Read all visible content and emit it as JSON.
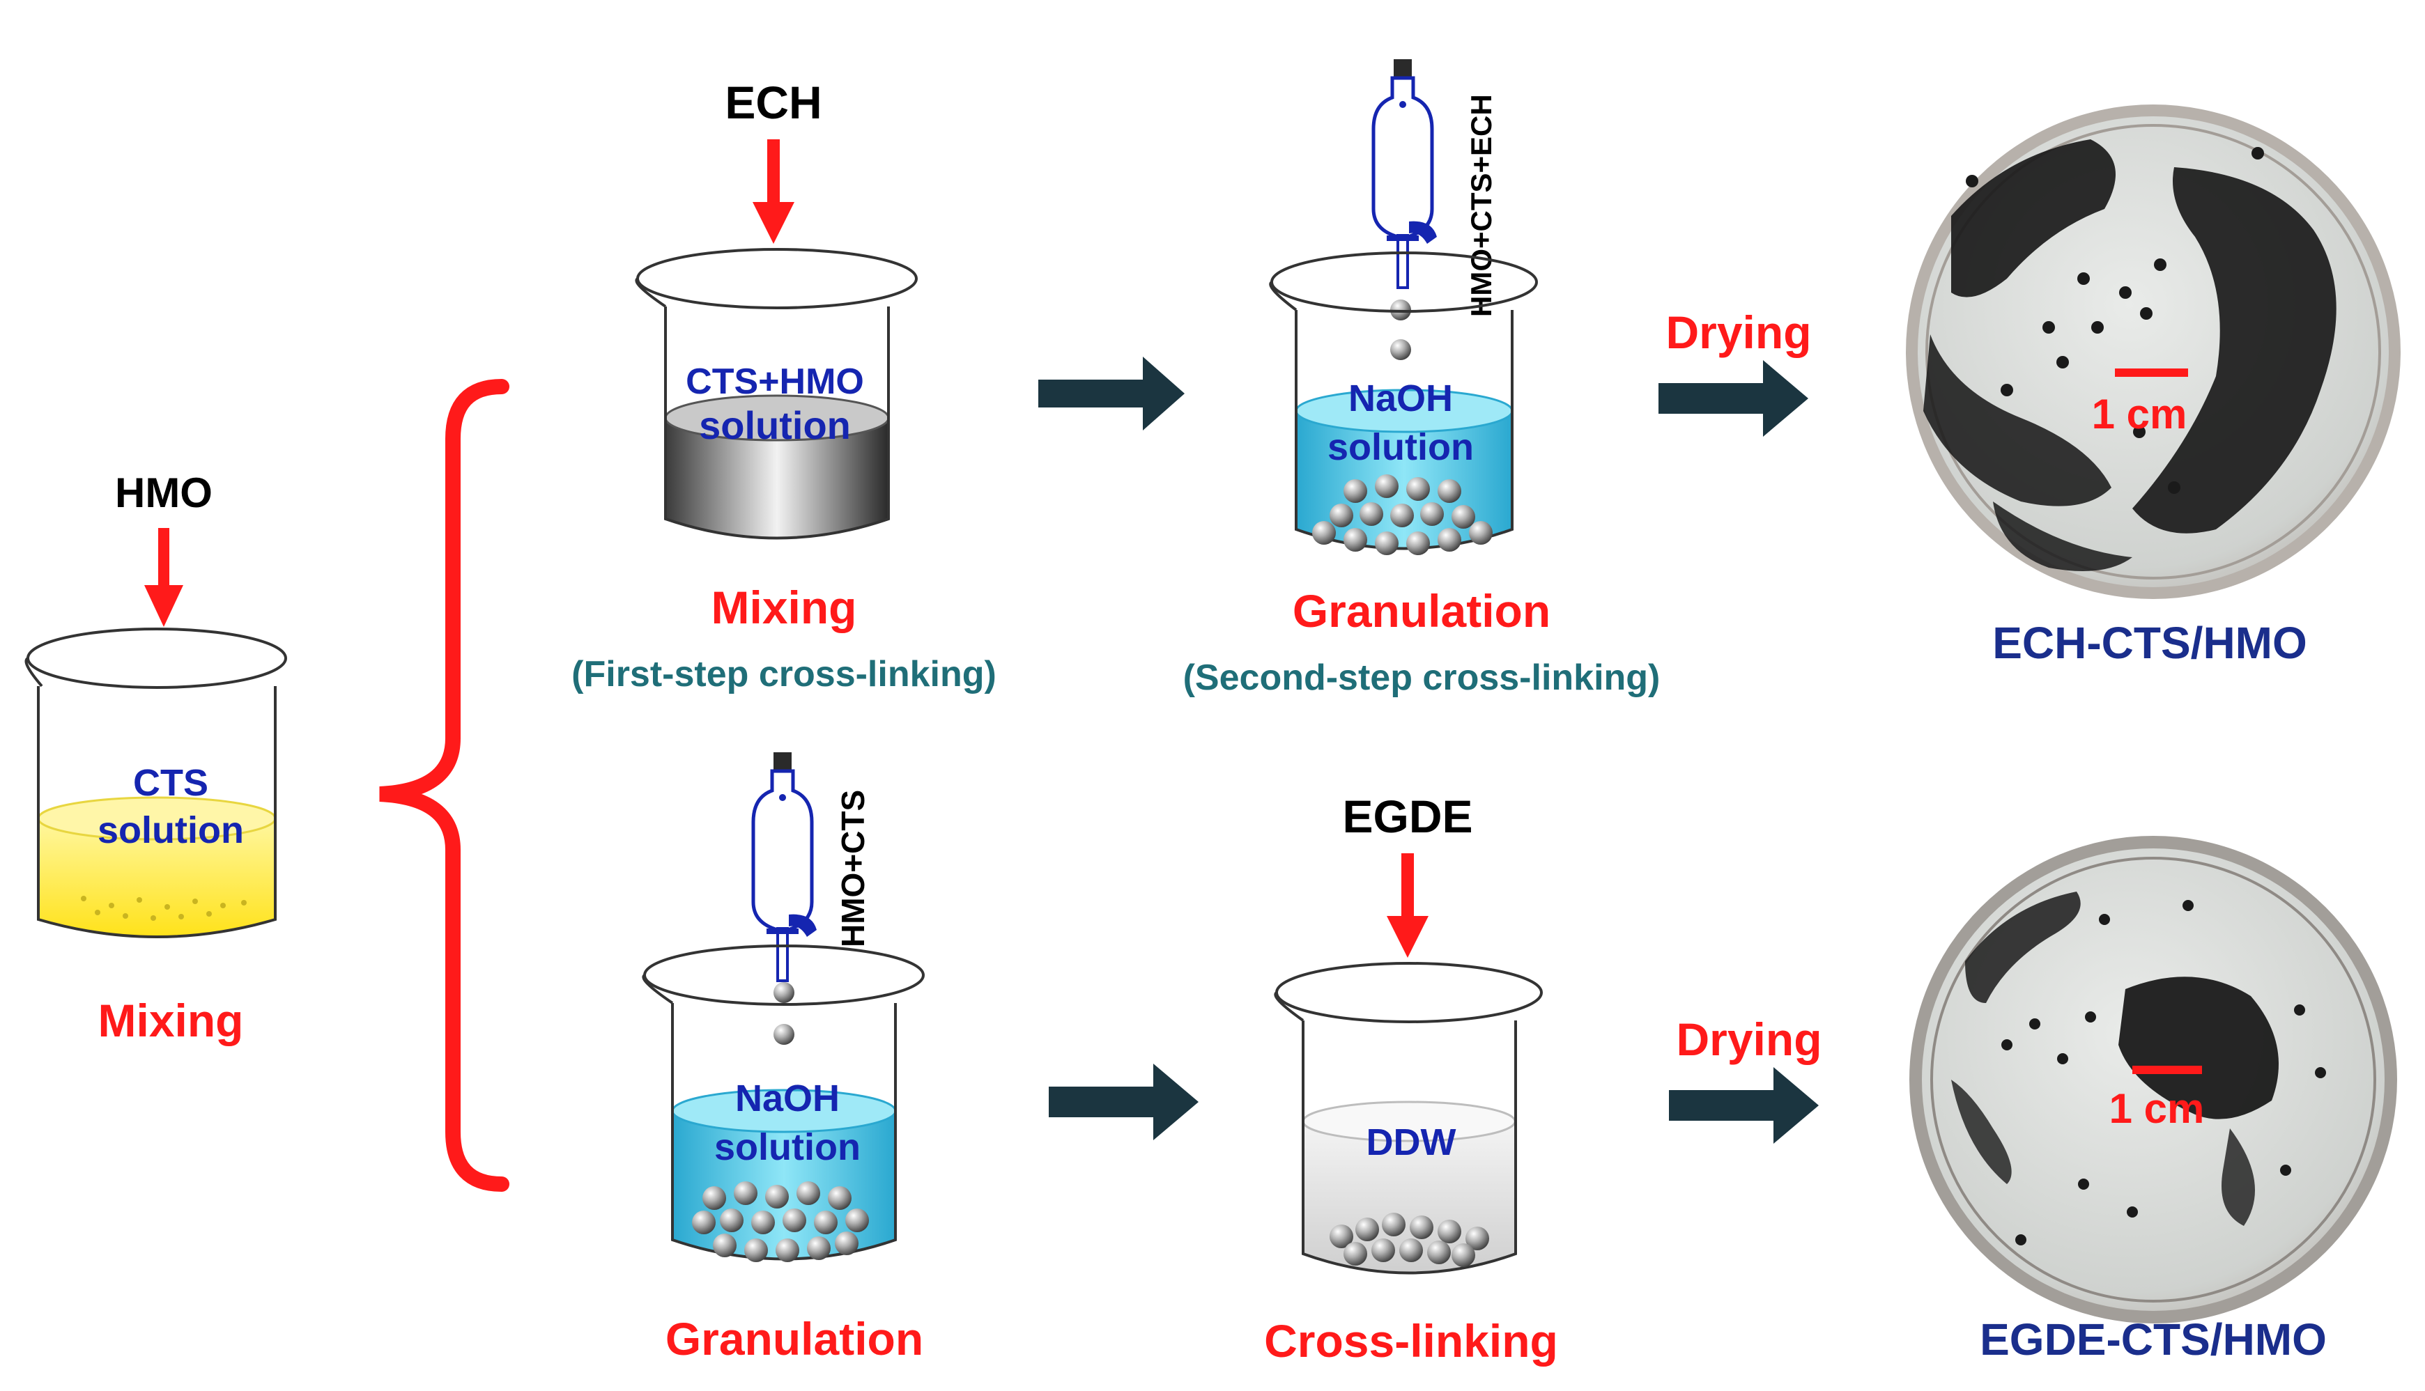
{
  "colors": {
    "red": "#ff1a1a",
    "blue_text": "#1525b0",
    "navy_label": "#1a2e8c",
    "teal_text": "#1f6e78",
    "dark_arrow": "#1b3540",
    "black": "#000000",
    "yellow_liquid": "#fff24a",
    "cyan_liquid": "#4fd0ec",
    "gray_liquid": "#9a9a9a",
    "ddw_liquid": "#e6e6e6"
  },
  "initial": {
    "reagent": "HMO",
    "solution_line1": "CTS",
    "solution_line2": "solution",
    "step_label": "Mixing"
  },
  "top_route": {
    "reagent_1": "ECH",
    "beaker1_line1": "CTS+HMO",
    "beaker1_line2": "solution",
    "step1_label": "Mixing",
    "step1_sublabel": "(First-step cross-linking)",
    "funnel_label": "HMO+CTS+ECH",
    "beaker2_line1": "NaOH",
    "beaker2_line2": "solution",
    "step2_label": "Granulation",
    "step2_sublabel": "(Second-step cross-linking)",
    "drying_label": "Drying",
    "scale_label": "1 cm",
    "product_label": "ECH-CTS/HMO"
  },
  "bottom_route": {
    "funnel_label": "HMO+CTS",
    "beaker1_line1": "NaOH",
    "beaker1_line2": "solution",
    "step1_label": "Granulation",
    "reagent_2": "EGDE",
    "beaker2_line1": "DDW",
    "step2_label": "Cross-linking",
    "drying_label": "Drying",
    "scale_label": "1 cm",
    "product_label": "EGDE-CTS/HMO"
  }
}
